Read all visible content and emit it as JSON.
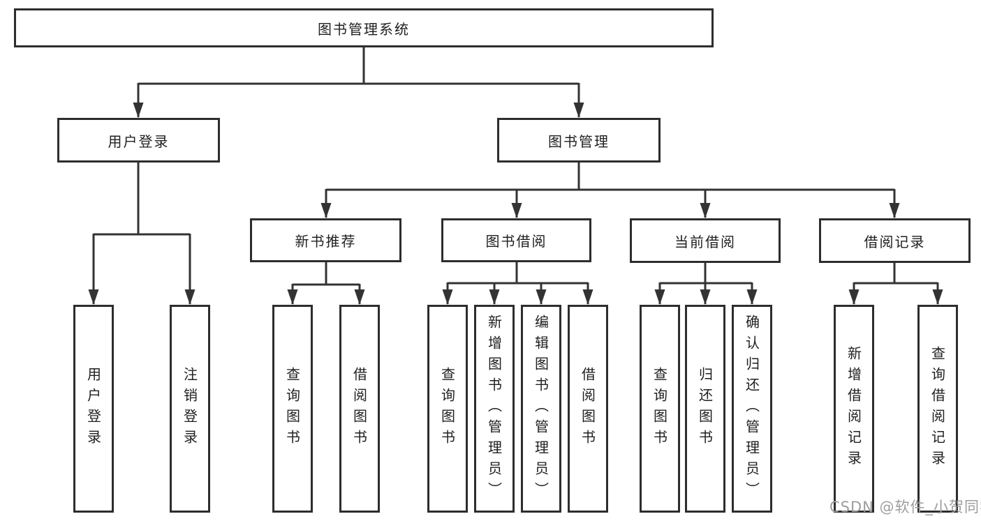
{
  "diagram": {
    "root": "图书管理系统",
    "level2": [
      "用户登录",
      "图书管理"
    ],
    "level3": [
      "新书推荐",
      "图书借阅",
      "当前借阅",
      "借阅记录"
    ],
    "leaves": {
      "user_login": [
        "用户登录",
        "注销登录"
      ],
      "new_book": [
        "查询图书",
        "借阅图书"
      ],
      "book_borrow": [
        "查询图书",
        "新增图书（管理员）",
        "编辑图书（管理员）",
        "借阅图书"
      ],
      "current_borrow": [
        "查询图书",
        "归还图书",
        "确认归还（管理员）"
      ],
      "borrow_record": [
        "新增借阅记录",
        "查询借阅记录"
      ]
    },
    "colors": {
      "line": "#333333",
      "border": "#2d2d2d",
      "text": "#1f1f1f",
      "watermark": "#9d9d9d",
      "background": "#ffffff"
    }
  },
  "watermark": "CSDN @软件_小贺同学"
}
